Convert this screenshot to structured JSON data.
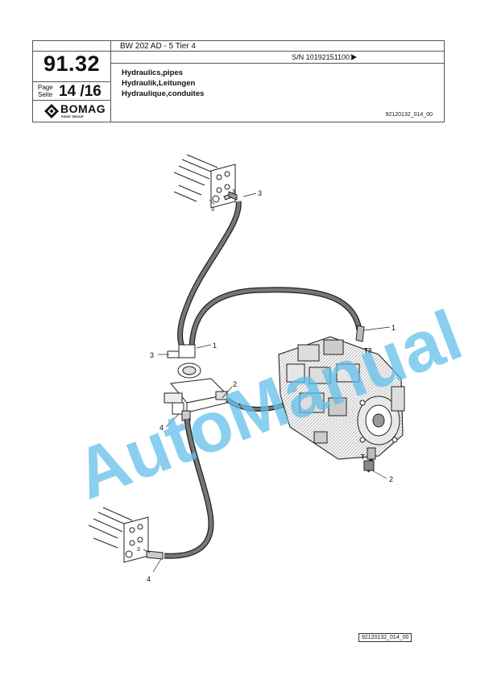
{
  "header": {
    "section_number": "91.32",
    "page_label_en": "Page",
    "page_label_de": "Seite",
    "page_number": "14 /16",
    "model": "BW 202 AD - 5 Tier 4",
    "serial": "S/N 101921511001",
    "serial_arrow": "▶",
    "title_en": "Hydraulics,pipes",
    "title_de": "Hydraulik,Leitungen",
    "title_fr": "Hydraulique,conduites",
    "doc_ref": "92120132_014_00",
    "logo": {
      "brand": "BOMAG",
      "sub": "FAYAT GROUP"
    }
  },
  "callouts": [
    "3",
    "3",
    "1",
    "1",
    "3",
    "2",
    "2",
    "4",
    "T2",
    "T",
    "3",
    "4",
    "3"
  ],
  "watermark": "AutoManual",
  "footer": {
    "drawing_ref": "92120132_014_00"
  }
}
